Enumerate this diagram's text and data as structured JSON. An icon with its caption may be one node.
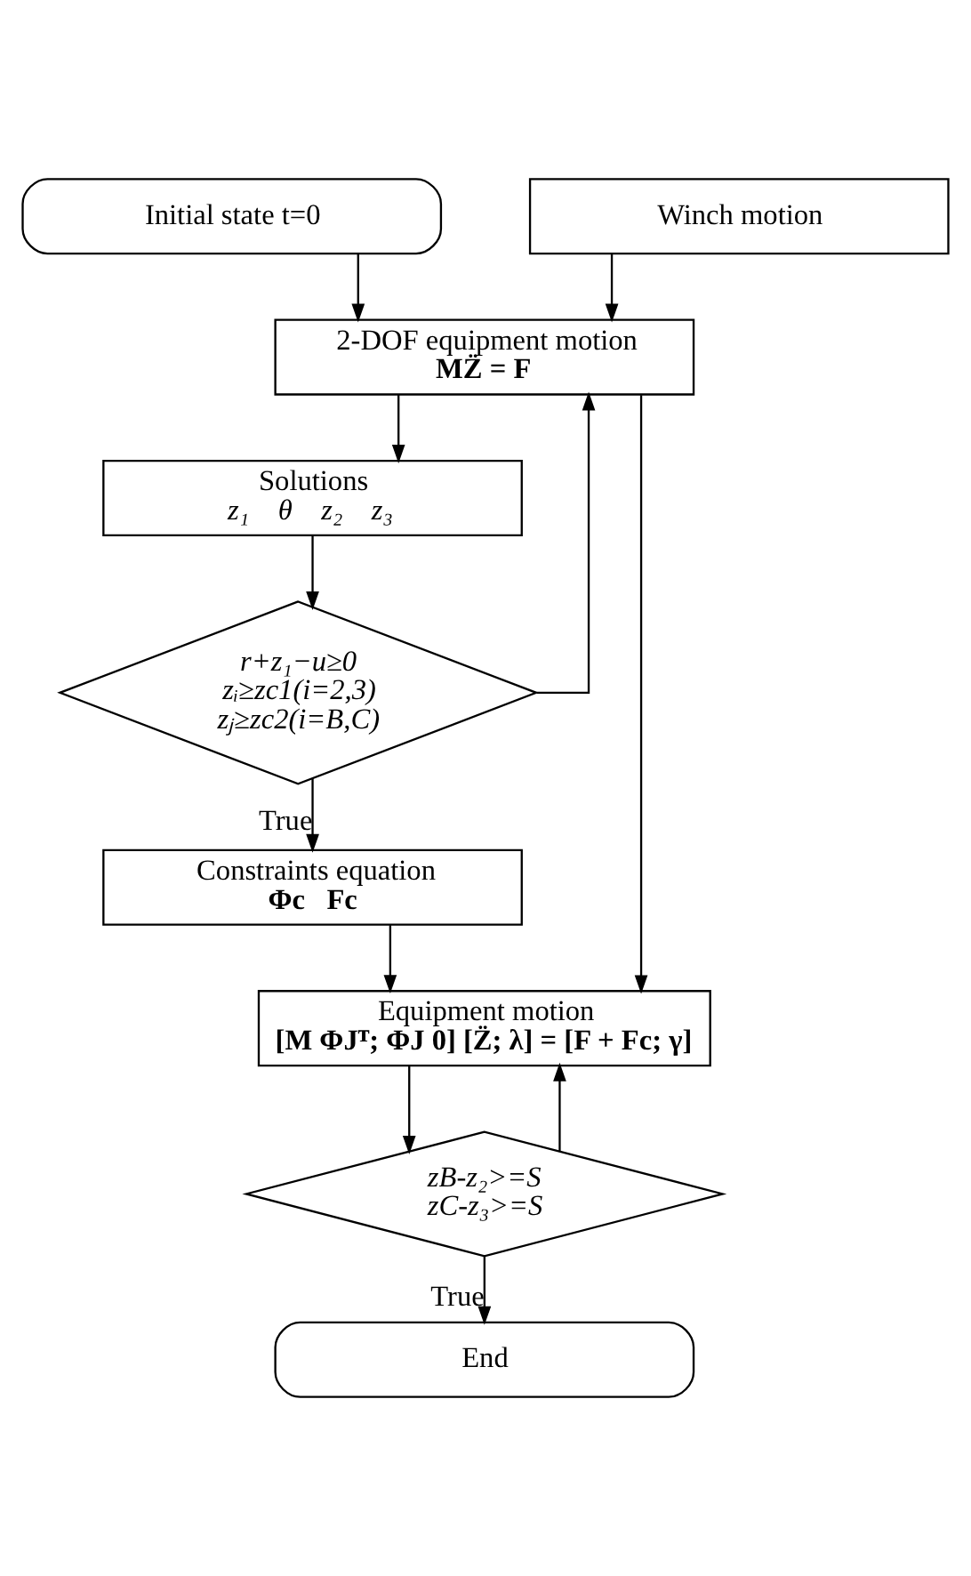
{
  "diagram": {
    "nodes": [
      {
        "text": [
          "Initial state t=0"
        ]
      },
      {
        "text": [
          "Winch motion"
        ]
      },
      {
        "text": [
          "2-DOF equipment motion",
          "MZ̈ = F"
        ]
      },
      {
        "text": [
          "Solutions",
          "z₁    θ    z₂    z₃"
        ]
      },
      {
        "text": [
          "r+z₁−u≥0",
          "zᵢ≥zc1(i=2,3)",
          "zⱼ≥zc2(i=B,C)"
        ]
      },
      {
        "text": [
          "Constraints equation",
          "Φc   Fc"
        ]
      },
      {
        "text": [
          "Equipment motion",
          "[M ΦJᵀ; ΦJ 0] [Z̈; λ] = [F + Fc; γ]"
        ]
      },
      {
        "text": [
          "zB-z₂>=S",
          "zC-z₃>=S"
        ]
      },
      {
        "text": [
          "End"
        ]
      }
    ],
    "edges": [
      {
        "from": 0,
        "to": 2,
        "arrow": "to"
      },
      {
        "from": 1,
        "to": 2,
        "arrow": "to"
      },
      {
        "from": 2,
        "to": 3,
        "arrow": "to"
      },
      {
        "from": 3,
        "to": 4,
        "arrow": "to"
      },
      {
        "from": 4,
        "to": 2,
        "arrow": "to"
      },
      {
        "from": 4,
        "to": 5,
        "label": "True",
        "arrow": "to"
      },
      {
        "from": 2,
        "to": 6,
        "arrow": "to"
      },
      {
        "from": 5,
        "to": 6,
        "arrow": "to"
      },
      {
        "from": 6,
        "to": 7,
        "arrow": "to"
      },
      {
        "from": 7,
        "to": 6,
        "arrow": "to"
      },
      {
        "from": 7,
        "to": 8,
        "label": "True",
        "arrow": "to"
      }
    ]
  }
}
